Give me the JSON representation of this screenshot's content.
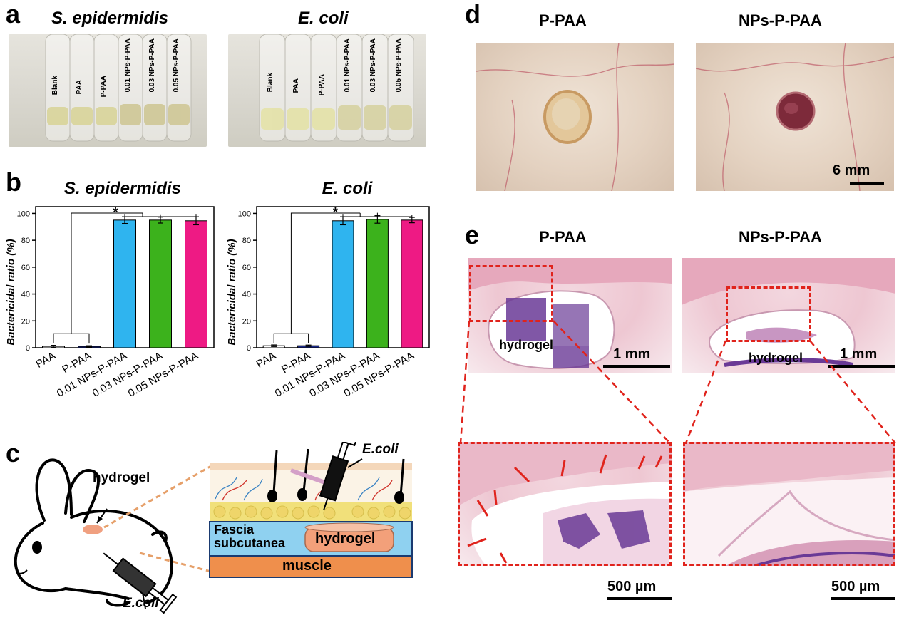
{
  "panels": {
    "a": {
      "letter": "a",
      "left_title": "S. epidermidis",
      "right_title": "E. coli",
      "vial_labels": [
        "Blank",
        "PAA",
        "P-PAA",
        "0.01 NPs-P-PAA",
        "0.03 NPs-P-PAA",
        "0.05 NPs-P-PAA"
      ]
    },
    "b": {
      "letter": "b"
    },
    "c": {
      "letter": "c",
      "label_hydrogel_rabbit": "hydrogel",
      "label_ecoli_rabbit": "E.coli",
      "label_ecoli_syringe": "E.coli",
      "label_fascia": "Fascia subcutanea",
      "label_hydrogel_layer": "hydrogel",
      "label_muscle": "muscle"
    },
    "d": {
      "letter": "d",
      "left_title": "P-PAA",
      "right_title": "NPs-P-PAA",
      "scale_bar": "6 mm"
    },
    "e": {
      "letter": "e",
      "left_title": "P-PAA",
      "right_title": "NPs-P-PAA",
      "hydrogel_label_left": "hydrogel",
      "hydrogel_label_right": "hydrogel",
      "scale_top": "1 mm",
      "scale_bottom": "500 µm"
    }
  },
  "chart_data": [
    {
      "type": "bar",
      "title": "S. epidermidis",
      "categories": [
        "PAA",
        "P-PAA",
        "0.01 NPs-P-PAA",
        "0.03 NPs-P-PAA",
        "0.05 NPs-P-PAA"
      ],
      "values": [
        1,
        1,
        95,
        95,
        94.5
      ],
      "errors": [
        0.8,
        0.5,
        2.5,
        2.2,
        3
      ],
      "colors": [
        "#ffffff",
        "#1a2a8a",
        "#2fb4ef",
        "#3cb21c",
        "#ee1a84"
      ],
      "xlabel": "",
      "ylabel": "Bactericidal ratio (%)",
      "ylim": [
        0,
        105
      ],
      "yticks": [
        0,
        20,
        40,
        60,
        80,
        100
      ],
      "significance": "*"
    },
    {
      "type": "bar",
      "title": "E. coli",
      "categories": [
        "PAA",
        "P-PAA",
        "0.01 NPs-P-PAA",
        "0.03 NPs-P-PAA",
        "0.05 NPs-P-PAA"
      ],
      "values": [
        1.5,
        1.5,
        94.5,
        95.5,
        95
      ],
      "errors": [
        0.6,
        0.5,
        3,
        2.8,
        2
      ],
      "colors": [
        "#ffffff",
        "#1a2a8a",
        "#2fb4ef",
        "#3cb21c",
        "#ee1a84"
      ],
      "xlabel": "",
      "ylabel": "Bactericidal ratio (%)",
      "ylim": [
        0,
        105
      ],
      "yticks": [
        0,
        20,
        40,
        60,
        80,
        100
      ],
      "significance": "*"
    }
  ]
}
